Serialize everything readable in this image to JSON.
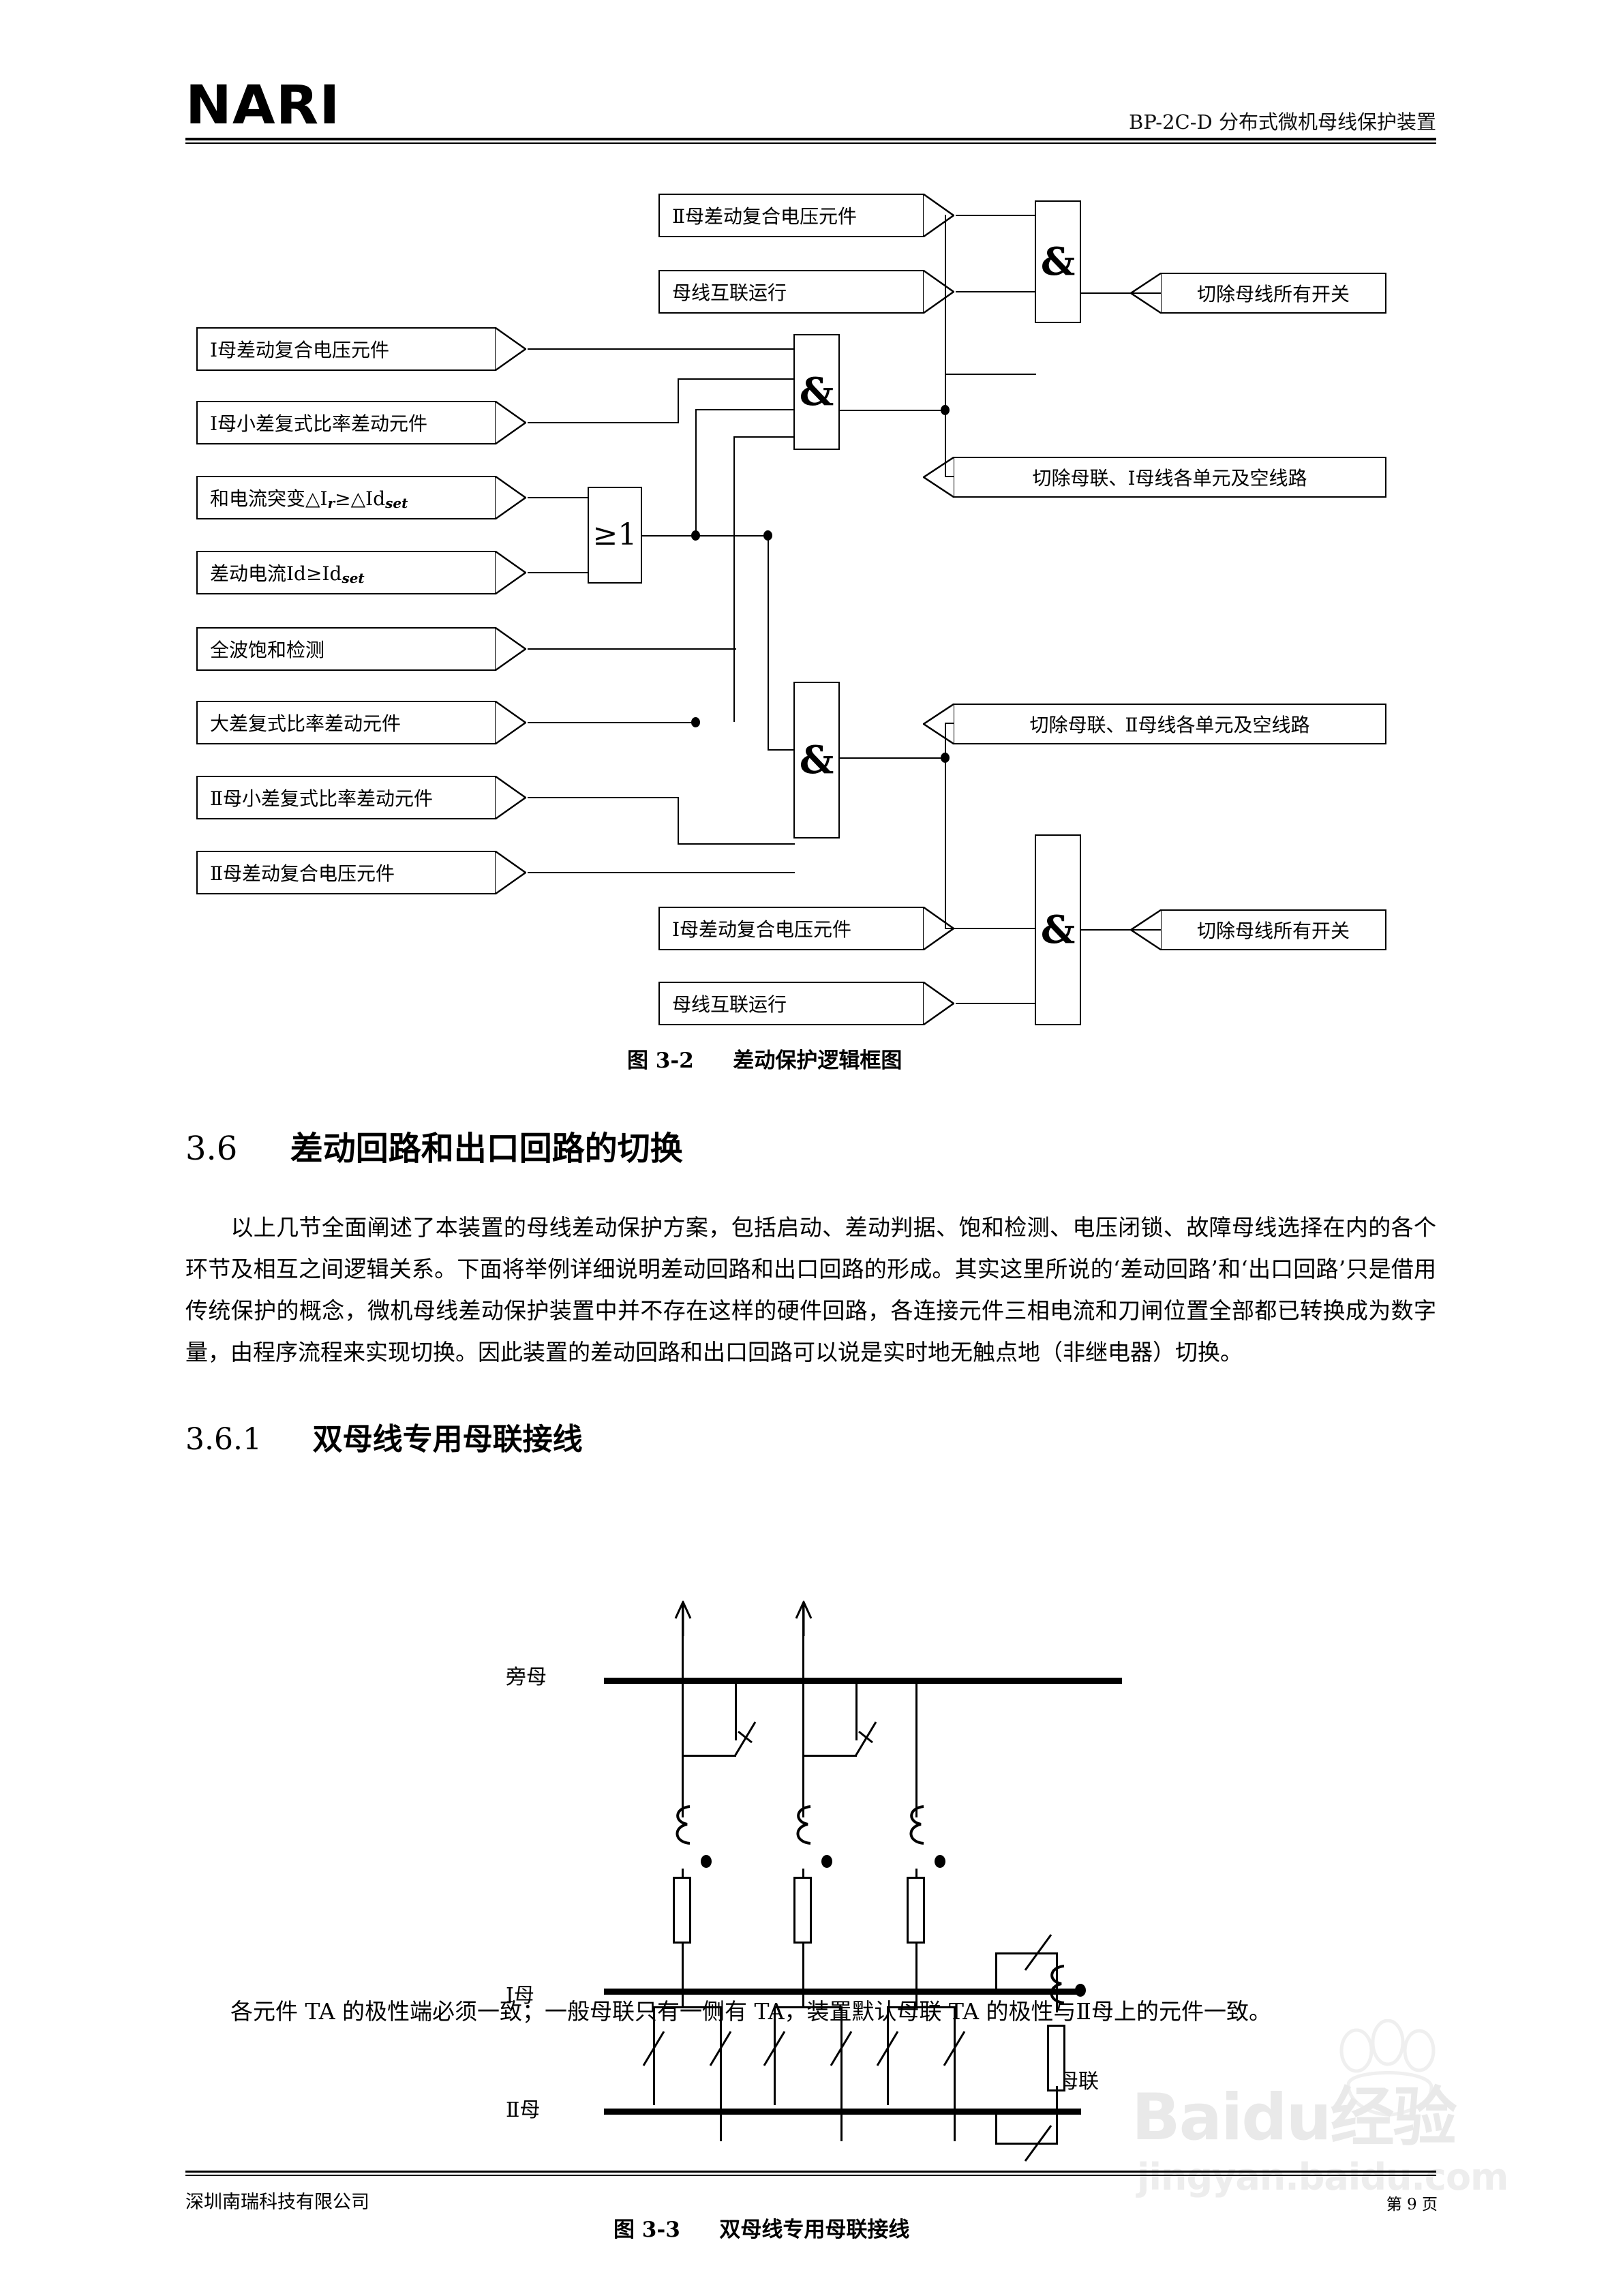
{
  "header": {
    "logo": "NARI",
    "title": "BP-2C-D 分布式微机母线保护装置"
  },
  "footer": {
    "company": "深圳南瑞科技有限公司",
    "page": "第 9 页"
  },
  "watermark": {
    "line1": "Baidu经验",
    "line2": "jingyan.baidu.com"
  },
  "figure_3_2": {
    "caption_number": "图 3-2",
    "caption_text": "差动保护逻辑框图",
    "inputs": [
      {
        "id": "in-a1",
        "label": "Ⅱ母差动复合电压元件"
      },
      {
        "id": "in-a2",
        "label": "母线互联运行"
      },
      {
        "id": "in-b1",
        "label": "Ⅰ母差动复合电压元件"
      },
      {
        "id": "in-b2",
        "label": "Ⅰ母小差复式比率差动元件"
      },
      {
        "id": "in-c1",
        "label": "和电流突变△I",
        "sub1": "r",
        "mid": "≥△Id",
        "sub2": "set"
      },
      {
        "id": "in-c2",
        "label": "差动电流Id≥Id",
        "sub2": "set"
      },
      {
        "id": "in-d1",
        "label": "全波饱和检测"
      },
      {
        "id": "in-d2",
        "label": "大差复式比率差动元件"
      },
      {
        "id": "in-e1",
        "label": "Ⅱ母小差复式比率差动元件"
      },
      {
        "id": "in-e2",
        "label": "Ⅱ母差动复合电压元件"
      },
      {
        "id": "in-f1",
        "label": "Ⅰ母差动复合电压元件"
      },
      {
        "id": "in-f2",
        "label": "母线互联运行"
      }
    ],
    "outputs": [
      {
        "id": "out-1",
        "label": "切除母线所有开关"
      },
      {
        "id": "out-2",
        "label": "切除母联、Ⅰ母线各单元及空线路"
      },
      {
        "id": "out-3",
        "label": "切除母联、Ⅱ母线各单元及空线路"
      },
      {
        "id": "out-4",
        "label": "切除母线所有开关"
      }
    ],
    "gates": [
      {
        "id": "gate-and-top",
        "symbol": "&",
        "type": "AND"
      },
      {
        "id": "gate-and-bus1",
        "symbol": "&",
        "type": "AND"
      },
      {
        "id": "gate-or",
        "symbol": "≥1",
        "type": "OR"
      },
      {
        "id": "gate-and-bus2",
        "symbol": "&",
        "type": "AND"
      },
      {
        "id": "gate-and-bottom",
        "symbol": "&",
        "type": "AND"
      }
    ]
  },
  "section_3_6": {
    "number": "3.6",
    "title": "差动回路和出口回路的切换",
    "paragraph": "以上几节全面阐述了本装置的母线差动保护方案，包括启动、差动判据、饱和检测、电压闭锁、故障母线选择在内的各个环节及相互之间逻辑关系。下面将举例详细说明差动回路和出口回路的形成。其实这里所说的‘差动回路’和‘出口回路’只是借用传统保护的概念，微机母线差动保护装置中并不存在这样的硬件回路，各连接元件三相电流和刀闸位置全部都已转换成为数字量，由程序流程来实现切换。因此装置的差动回路和出口回路可以说是实时地无触点地（非继电器）切换。"
  },
  "section_3_6_1": {
    "number": "3.6.1",
    "title": "双母线专用母联接线",
    "paragraph": "各元件 TA 的极性端必须一致；一般母联只有一侧有 TA，装置默认母联 TA 的极性与Ⅱ母上的元件一致。"
  },
  "figure_3_3": {
    "caption_number": "图 3-3",
    "caption_text": "双母线专用母联接线",
    "rail_labels": [
      {
        "id": "rail-bypass",
        "label": "旁母"
      },
      {
        "id": "rail-bus1",
        "label": "Ⅰ母"
      },
      {
        "id": "rail-bus2",
        "label": "Ⅱ母"
      }
    ],
    "tie_label": "母联",
    "feeder_count": 3
  },
  "colors": {
    "ink": "#000000",
    "paper": "#ffffff",
    "watermark": "#bbbbbb"
  }
}
